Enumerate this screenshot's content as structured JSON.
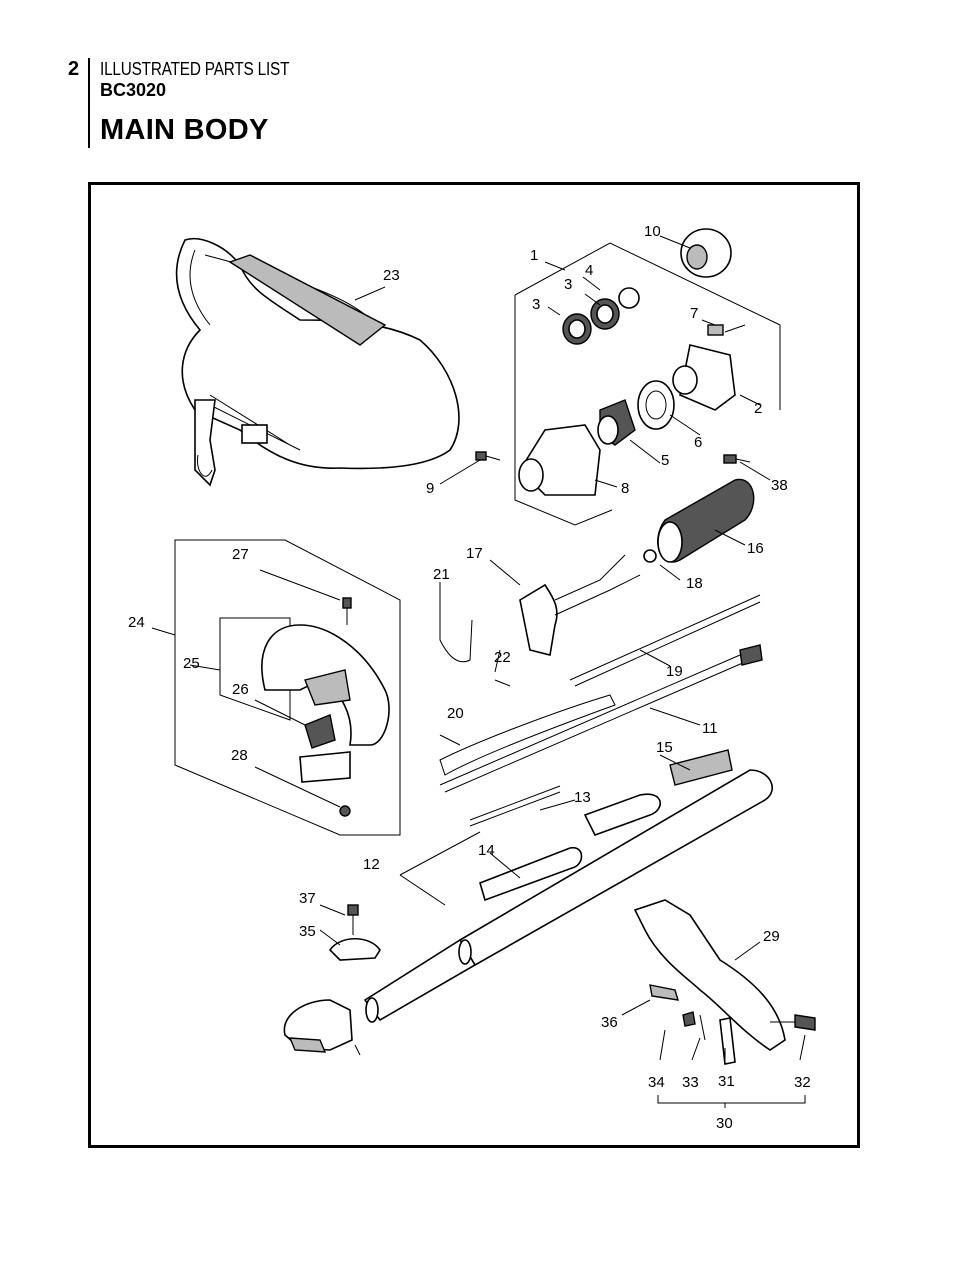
{
  "header": {
    "page_number": "2",
    "subtitle": "ILLUSTRATED PARTS LIST",
    "model": "BC3020",
    "section_title": "MAIN BODY"
  },
  "callouts": [
    "1",
    "2",
    "3",
    "3",
    "4",
    "5",
    "6",
    "7",
    "8",
    "9",
    "10",
    "11",
    "12",
    "13",
    "14",
    "15",
    "16",
    "17",
    "18",
    "19",
    "20",
    "21",
    "22",
    "23",
    "24",
    "25",
    "26",
    "27",
    "28",
    "29",
    "30",
    "31",
    "32",
    "33",
    "34",
    "35",
    "36",
    "37",
    "38"
  ]
}
